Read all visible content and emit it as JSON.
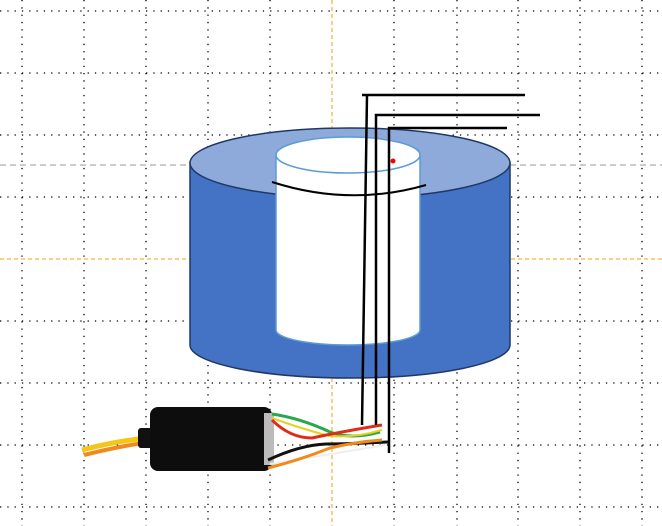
{
  "canvas": {
    "grid": true,
    "guides": [
      "vertical-center",
      "horizontal-center"
    ]
  },
  "colors": {
    "cylinder_side": "#4472c4",
    "cylinder_top": "#8eaadb",
    "cylinder_outline": "#1f3864",
    "inner_outline": "#5b9bd5",
    "guide": "#f4a300",
    "grid": "#000000",
    "marker": "#ff0000"
  },
  "components": [
    "toroidal-core",
    "slip-ring",
    "lead-wires"
  ]
}
